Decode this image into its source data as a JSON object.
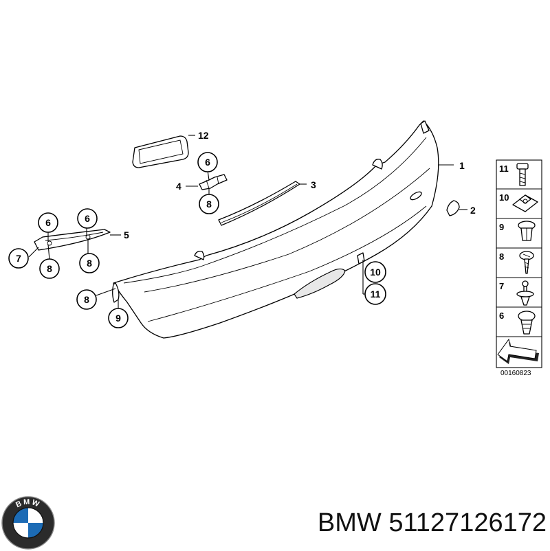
{
  "diagram": {
    "id": "00160823",
    "callouts": {
      "c1": "1",
      "c2": "2",
      "c3": "3",
      "c4": "4",
      "c5": "5",
      "c6a": "6",
      "c6b": "6",
      "c6c": "6",
      "c7": "7",
      "c8a": "8",
      "c8b": "8",
      "c8c": "8",
      "c8d": "8",
      "c9": "9",
      "c10": "10",
      "c11": "11",
      "c12": "12"
    },
    "legend": [
      "11",
      "10",
      "9",
      "8",
      "7",
      "6"
    ]
  },
  "footer": {
    "part_number": "BMW 51127126172",
    "logo_letters": "BMW"
  }
}
